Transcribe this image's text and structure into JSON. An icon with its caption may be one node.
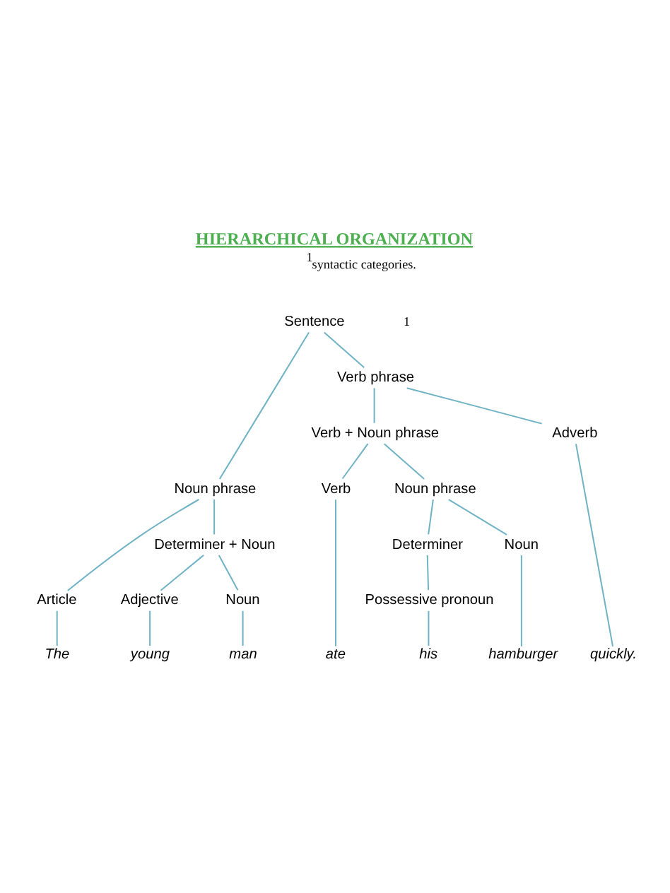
{
  "diagram": {
    "title": "HIERARCHICAL ORGANIZATION",
    "nodes": [
      {
        "text": [
          "Sentence"
        ]
      },
      {
        "text": [
          "Noun phrase"
        ]
      },
      {
        "text": [
          "Verb phrase"
        ]
      },
      {
        "text": [
          "Article"
        ]
      },
      {
        "text": [
          "Determiner + Noun"
        ]
      },
      {
        "text": [
          "Verb + Noun phrase"
        ]
      },
      {
        "text": [
          "Adverb"
        ]
      },
      {
        "text": [
          "Adjective"
        ]
      },
      {
        "text": [
          "Noun"
        ]
      },
      {
        "text": [
          "Verb"
        ]
      },
      {
        "text": [
          "Noun phrase"
        ]
      },
      {
        "text": [
          "Determiner"
        ]
      },
      {
        "text": [
          "Noun"
        ]
      },
      {
        "text": [
          "Possessive pronoun"
        ]
      },
      {
        "text": [
          "The"
        ]
      },
      {
        "text": [
          "young"
        ]
      },
      {
        "text": [
          "man"
        ]
      },
      {
        "text": [
          "ate"
        ]
      },
      {
        "text": [
          "his"
        ]
      },
      {
        "text": [
          "hamburger"
        ]
      },
      {
        "text": [
          "quickly."
        ]
      }
    ],
    "edges": [
      {
        "from": 0,
        "to": 1,
        "arrow": "none"
      },
      {
        "from": 0,
        "to": 2,
        "arrow": "none"
      },
      {
        "from": 1,
        "to": 3,
        "arrow": "none"
      },
      {
        "from": 1,
        "to": 4,
        "arrow": "none"
      },
      {
        "from": 2,
        "to": 5,
        "arrow": "none"
      },
      {
        "from": 2,
        "to": 6,
        "arrow": "none"
      },
      {
        "from": 4,
        "to": 7,
        "arrow": "none"
      },
      {
        "from": 4,
        "to": 8,
        "arrow": "none"
      },
      {
        "from": 5,
        "to": 9,
        "arrow": "none"
      },
      {
        "from": 5,
        "to": 10,
        "arrow": "none"
      },
      {
        "from": 10,
        "to": 11,
        "arrow": "none"
      },
      {
        "from": 10,
        "to": 12,
        "arrow": "none"
      },
      {
        "from": 11,
        "to": 13,
        "arrow": "none"
      },
      {
        "from": 3,
        "to": 14,
        "arrow": "none"
      },
      {
        "from": 7,
        "to": 15,
        "arrow": "none"
      },
      {
        "from": 8,
        "to": 16,
        "arrow": "none"
      },
      {
        "from": 9,
        "to": 17,
        "arrow": "none"
      },
      {
        "from": 13,
        "to": 18,
        "arrow": "none"
      },
      {
        "from": 12,
        "to": 19,
        "arrow": "none"
      },
      {
        "from": 6,
        "to": 20,
        "arrow": "none"
      }
    ],
    "labels": [
      "$^{1}$syntactic categories.",
      "1"
    ]
  }
}
